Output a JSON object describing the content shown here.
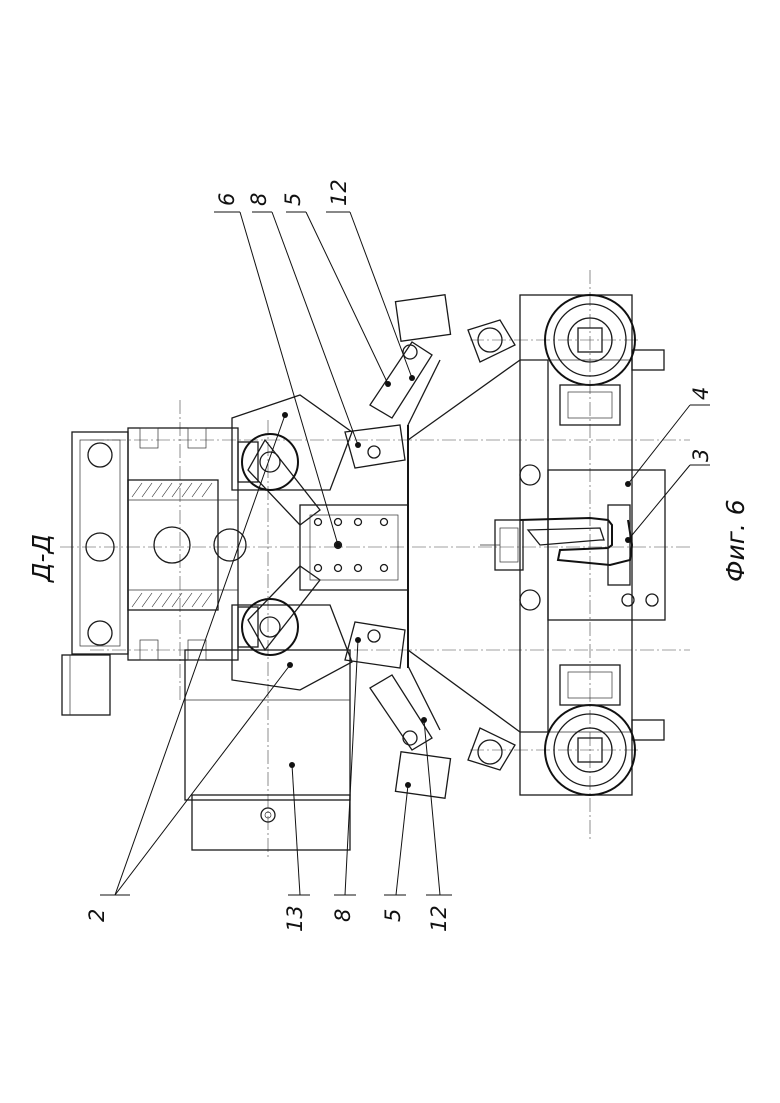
{
  "section_title": "Д-Д",
  "figure_caption": "Фиг. 6",
  "callouts": {
    "top_6": "6",
    "top_8": "8",
    "top_5": "5",
    "top_12": "12",
    "right_4": "4",
    "right_3": "3",
    "bottom_2": "2",
    "bottom_13": "13",
    "bottom_8": "8",
    "bottom_5": "5",
    "bottom_12": "12"
  }
}
